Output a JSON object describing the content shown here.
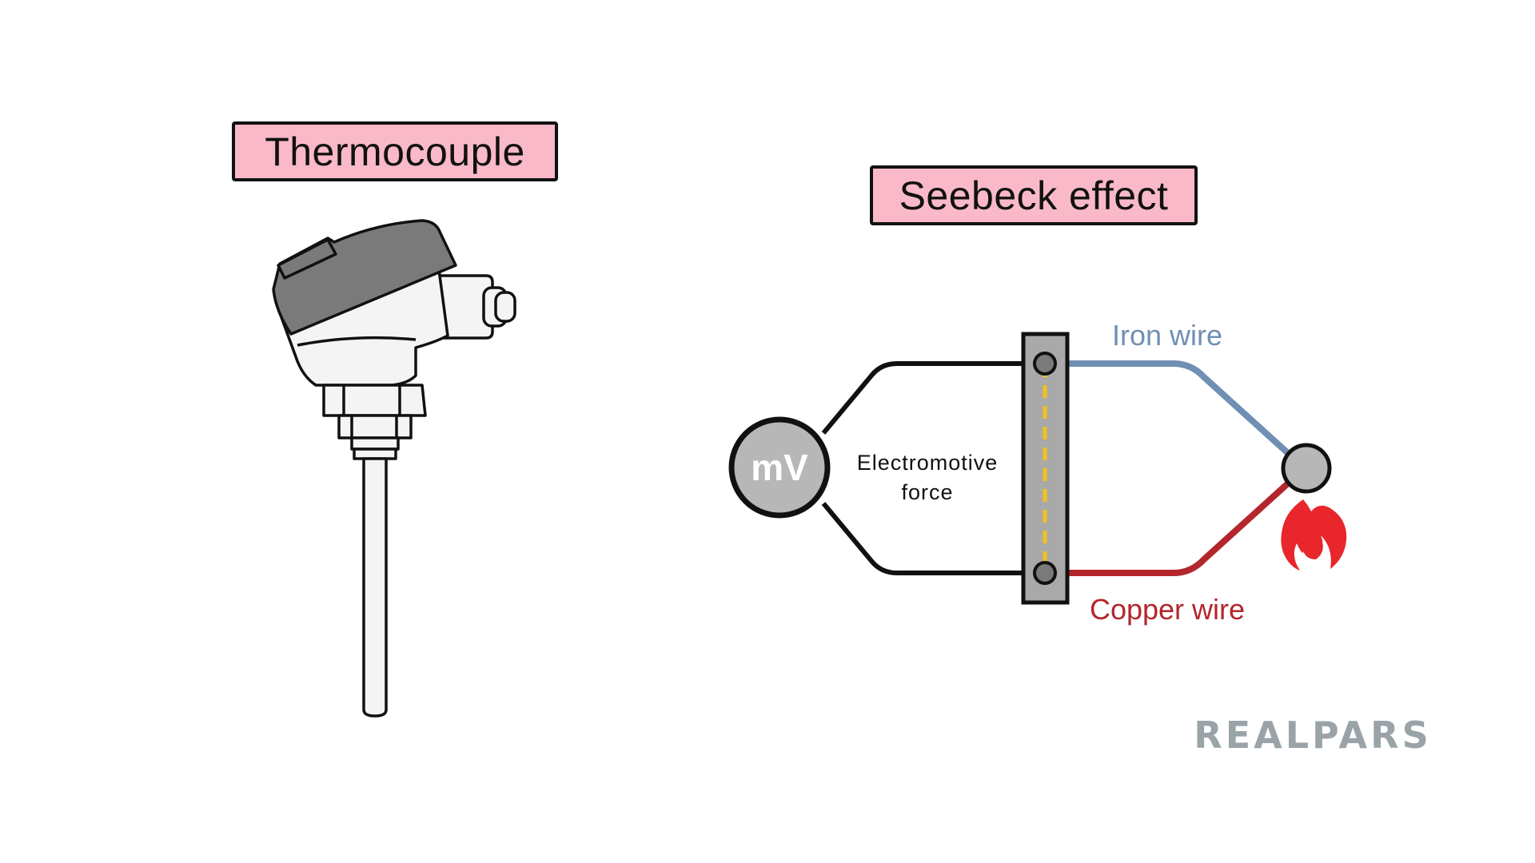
{
  "titles": {
    "thermocouple": "Thermocouple",
    "seebeck": "Seebeck effect"
  },
  "circuit": {
    "meter_label": "mV",
    "emf_line1": "Electromotive",
    "emf_line2": "force",
    "iron_wire": "Iron wire",
    "copper_wire": "Copper wire"
  },
  "brand": "REALPARS",
  "colors": {
    "label_background": "#f9b9c8",
    "iron_wire": "#6f8fb3",
    "copper_wire": "#b3262c",
    "flame": "#e8262b",
    "meter_fill": "#b7b7b7",
    "terminal_bar": "#a9a9a9",
    "emf_dash": "#f2c21b",
    "probe_head": "#7a7a7a"
  },
  "icons": {
    "meter": "millivoltmeter-icon",
    "heat": "flame-icon",
    "probe": "thermocouple-probe-icon"
  }
}
